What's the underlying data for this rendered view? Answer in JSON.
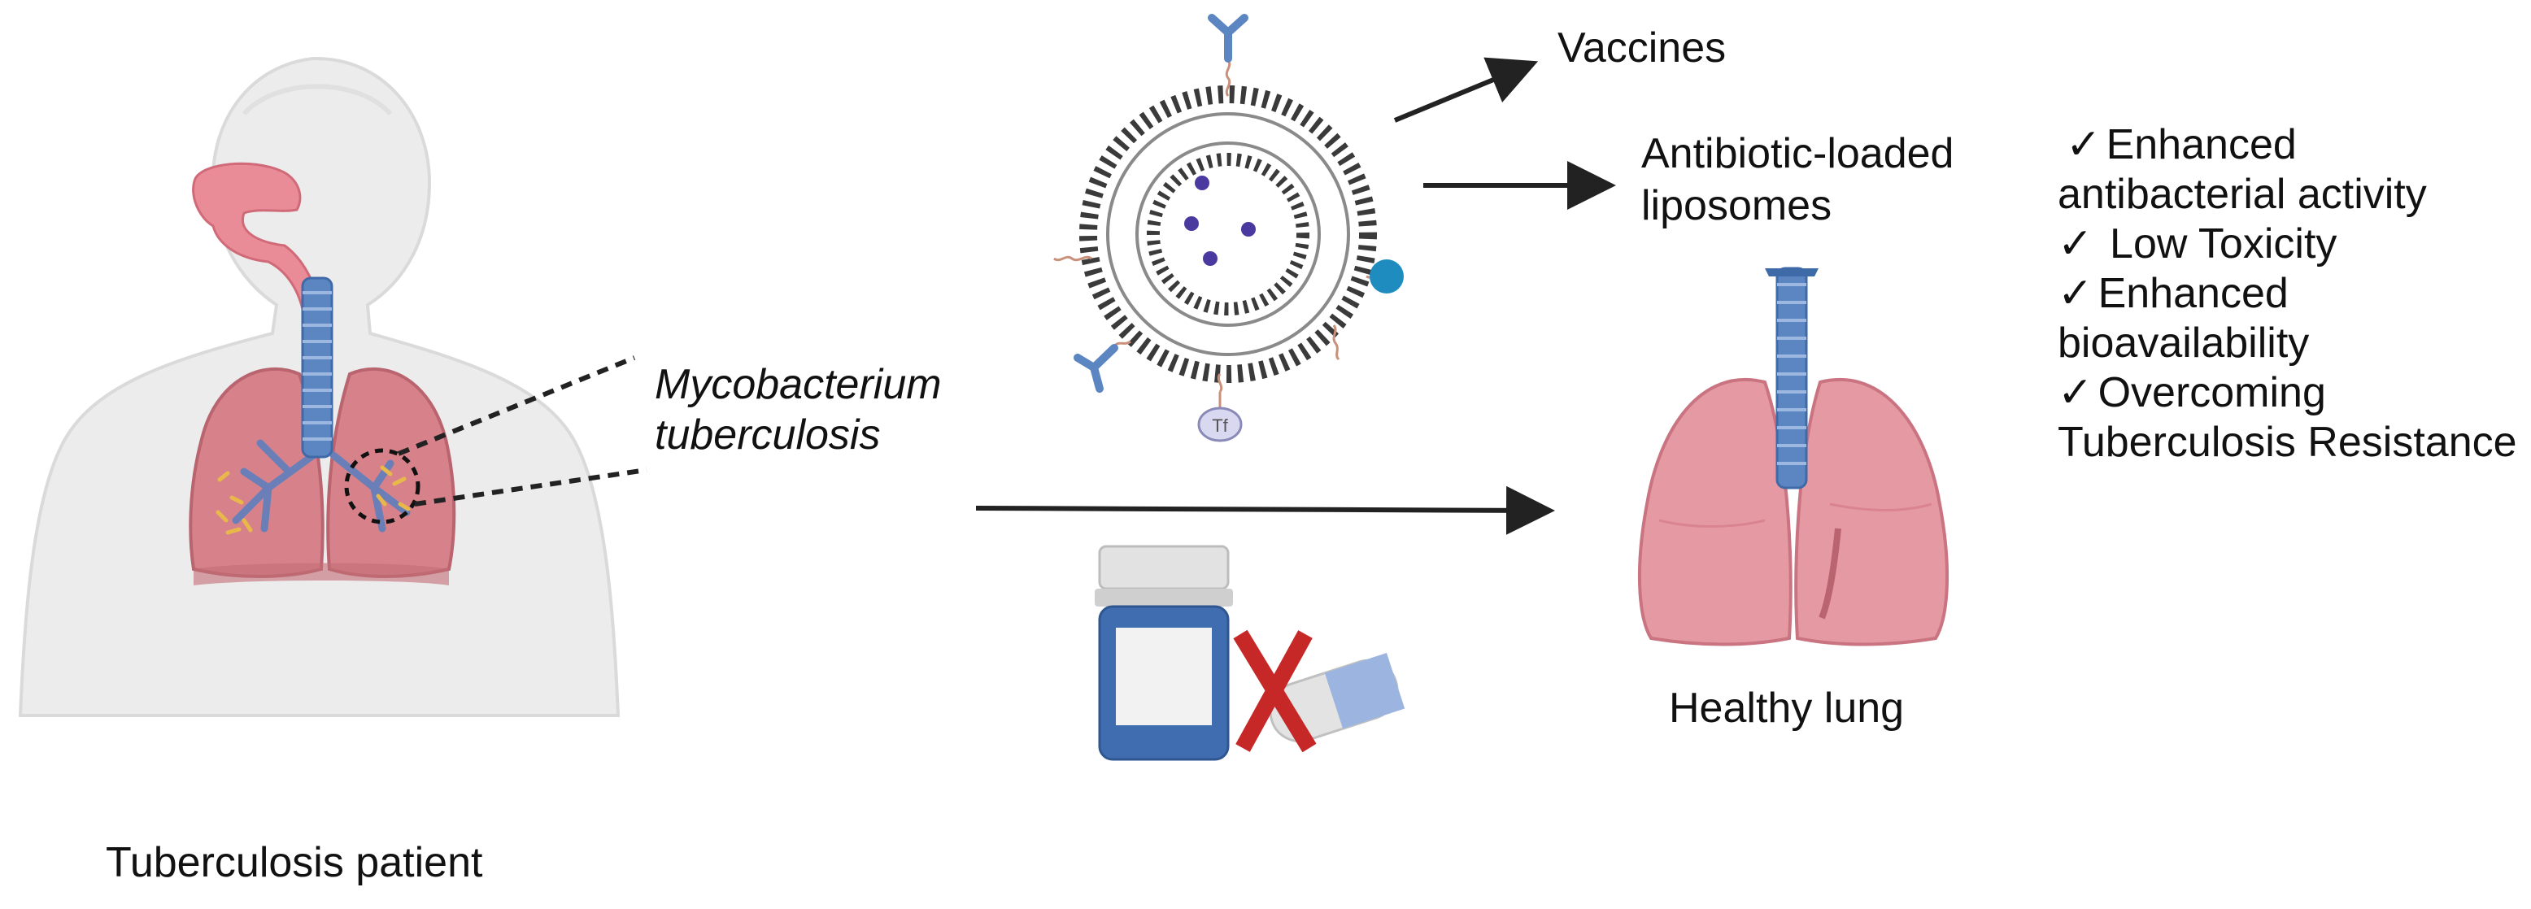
{
  "labels": {
    "patient": "Tuberculosis patient",
    "pathogen": "Mycobacterium tuberculosis",
    "pathogen_line1": "Mycobacterium",
    "pathogen_line2": "tuberculosis",
    "vaccines": "Vaccines",
    "liposomes_line1": "Antibiotic-loaded",
    "liposomes_line2": "liposomes",
    "healthy_lung": "Healthy lung",
    "transferrin_tag": "Tf"
  },
  "benefits": [
    {
      "check": "✓",
      "text": "Enhanced antibacterial activity"
    },
    {
      "check": "✓",
      "text": " Low Toxicity"
    },
    {
      "check": "✓",
      "text": "Enhanced bioavailability"
    },
    {
      "check": "✓",
      "text": "Overcoming Tuberculosis Resistance"
    }
  ],
  "icons": {
    "patient": "human-torso-icon",
    "liposome": "liposome-icon",
    "antibody": "antibody-icon",
    "pill_bottle": "pill-bottle-icon",
    "capsule": "capsule-icon",
    "cross": "x-mark-icon",
    "lung": "healthy-lung-icon"
  },
  "colors": {
    "skin": "#ececec",
    "lung_infected": "#d7828a",
    "trachea": "#5b86c2",
    "lung_healthy": "#e59aa3",
    "cross": "#c62828",
    "bead": "#1f8cc0",
    "drug_dot": "#4a3aa0",
    "arrow": "#222222"
  }
}
